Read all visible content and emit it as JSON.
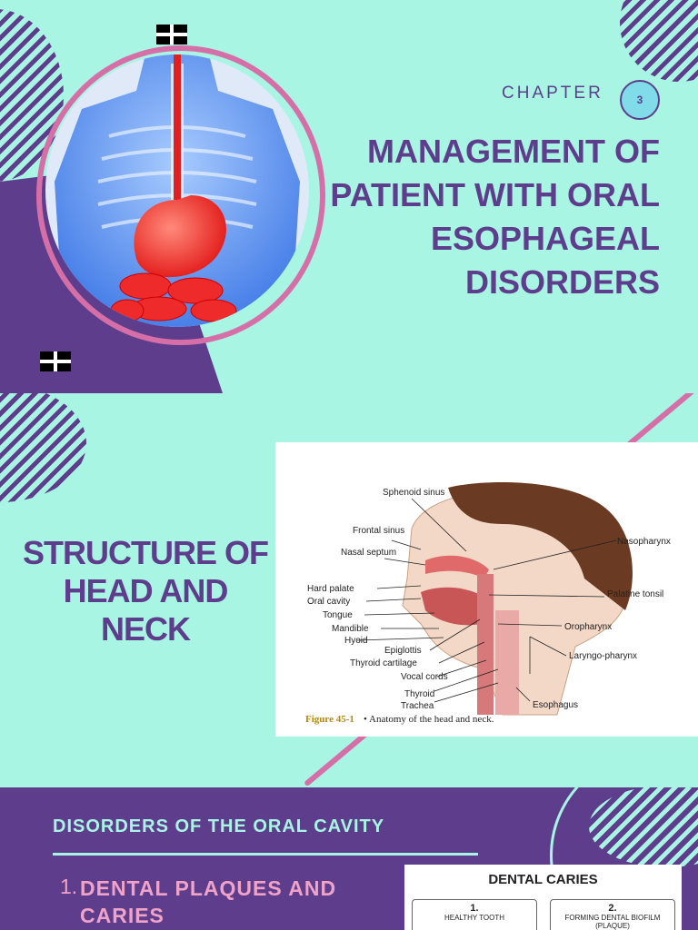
{
  "header": {
    "chapter_label": "CHAPTER",
    "chapter_number": "3",
    "title": "MANAGEMENT OF PATIENT WITH ORAL ESOPHAGEAL DISORDERS"
  },
  "structure": {
    "title": "STRUCTURE OF HEAD AND NECK",
    "figure": {
      "labels_left": [
        "Sphenoid sinus",
        "Frontal sinus",
        "Nasal septum",
        "Hard palate",
        "Oral cavity",
        "Tongue",
        "Mandible",
        "Hyoid",
        "Epiglottis",
        "Thyroid cartilage",
        "Vocal cords",
        "Thyroid",
        "Trachea"
      ],
      "labels_right": [
        "Nasopharynx",
        "Palatine tonsil",
        "Oropharynx",
        "Laryngo-pharynx",
        "Esophagus"
      ],
      "caption_bold": "Figure 45-1",
      "caption_text": "• Anatomy of the head and neck."
    }
  },
  "disorders": {
    "heading": "DISORDERS OF THE ORAL CAVITY",
    "item_number": "1.",
    "item_text": "DENTAL PLAQUES AND CARIES",
    "caries_image": {
      "title": "DENTAL CARIES",
      "boxes": [
        {
          "number": "1.",
          "label": "HEALTHY TOOTH"
        },
        {
          "number": "2.",
          "label": "FORMING DENTAL BIOFILM (PLAQUE)"
        }
      ]
    }
  },
  "colors": {
    "purple": "#5e3e8c",
    "mint": "#a8f5e3",
    "pink": "#d66fa8",
    "light_pink": "#f0a3c8"
  },
  "icons": [
    "plus-flag-icon",
    "plus-flag-icon"
  ]
}
